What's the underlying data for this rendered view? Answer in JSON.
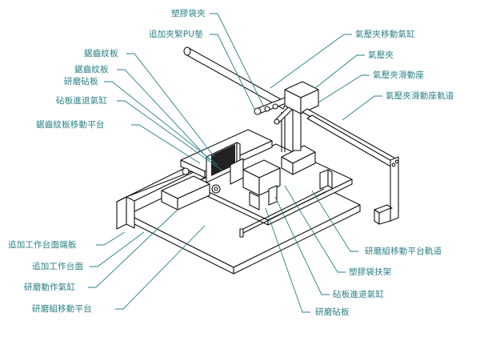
{
  "diagram": {
    "type": "isometric machine assembly drawing with callout labels",
    "colors": {
      "label": "#2b7f86",
      "line": "#111111",
      "background": "#ffffff"
    },
    "labels_top": [
      {
        "id": "plastic-bag-clamp",
        "text": "塑膠袋夾"
      },
      {
        "id": "extra-clamp-pu-pad",
        "text": "追加夾緊PU墊"
      }
    ],
    "labels_right": [
      {
        "id": "pneumatic-clamp-move-cylinder",
        "text": "氣壓夾移動氣缸"
      },
      {
        "id": "pneumatic-clamp",
        "text": "氣壓夾"
      },
      {
        "id": "pneumatic-clamp-slide-seat",
        "text": "氣壓夾滑動座"
      },
      {
        "id": "pneumatic-clamp-slide-seat-rail",
        "text": "氣壓夾滑動座軌道"
      }
    ],
    "labels_left": [
      {
        "id": "serrated-plate-1",
        "text": "鋸齒紋板"
      },
      {
        "id": "serrated-plate-2",
        "text": "鋸齒紋板"
      },
      {
        "id": "grinding-sand-plate",
        "text": "研磨砧板"
      },
      {
        "id": "sand-plate-advance-cylinder",
        "text": "砧板進退氣缸"
      },
      {
        "id": "serrated-plate-move-platform",
        "text": "鋸齒紋板移動平台"
      }
    ],
    "labels_bottom_left": [
      {
        "id": "extra-worktable-end-plate",
        "text": "追加工作台面端板"
      },
      {
        "id": "extra-worktable",
        "text": "追加工作台面"
      },
      {
        "id": "grinding-action-cylinder",
        "text": "研磨動作氣缸"
      },
      {
        "id": "grinding-group-move-platform",
        "text": "研磨組移動平台"
      }
    ],
    "labels_bottom_right": [
      {
        "id": "grinding-group-platform-rail",
        "text": "研磨組移動平台軌道"
      },
      {
        "id": "plastic-bag-holder",
        "text": "塑膠袋扶架"
      },
      {
        "id": "sand-plate-advance-cylinder-2",
        "text": "砧板進退氣缸"
      },
      {
        "id": "grinding-sand-plate-2",
        "text": "研磨砧板"
      }
    ]
  }
}
